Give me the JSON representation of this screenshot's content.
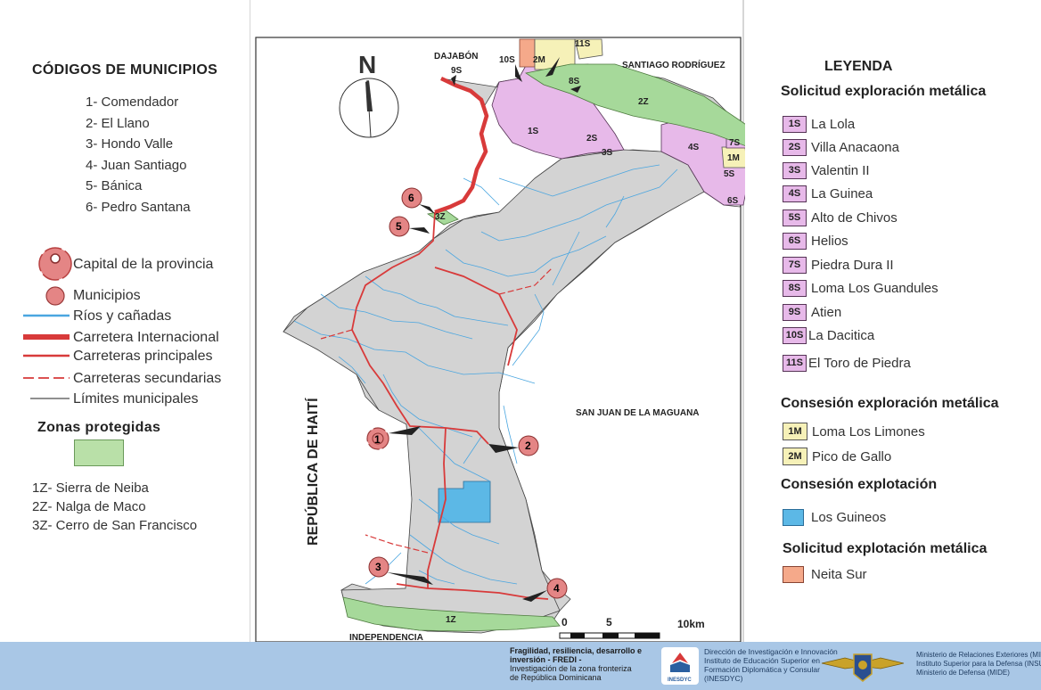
{
  "left_panel": {
    "codes_title": "CÓDIGOS DE MUNICIPIOS",
    "municipios": [
      "1- Comendador",
      "2- El Llano",
      "3- Hondo Valle",
      "4- Juan Santiago",
      "5- Bánica",
      "6- Pedro Santana"
    ],
    "symbols": {
      "capital": "Capital de la provincia",
      "municipios": "Municipios",
      "rios": "Ríos y cañadas",
      "internacional": "Carretera Internacional",
      "principales": "Carreteras principales",
      "secundarias": "Carreteras secundarias",
      "limites": "Límites municipales"
    },
    "zones_title": "Zonas protegidas",
    "zones": [
      "1Z- Sierra de Neiba",
      "2Z- Nalga de Maco",
      "3Z- Cerro de San Francisco"
    ]
  },
  "map": {
    "north": "N",
    "haiti": "REPÚBLICA DE HAITÍ",
    "places": {
      "dajabon": "DAJABÓN",
      "santiago_rodriguez": "SANTIAGO RODRÍGUEZ",
      "san_juan": "SAN JUAN DE LA MAGUANA",
      "independencia": "INDEPENDENCIA"
    },
    "markers": [
      "1",
      "2",
      "3",
      "4",
      "5",
      "6"
    ],
    "zone_labels": {
      "z1": "1Z",
      "z2": "2Z",
      "z3": "3Z"
    },
    "conc_labels": {
      "s1": "1S",
      "s2": "2S",
      "s3": "3S",
      "s4": "4S",
      "s5": "5S",
      "s6": "6S",
      "s7": "7S",
      "s8": "8S",
      "s9": "9S",
      "s10": "10S",
      "s11": "11S",
      "m1": "1M",
      "m2": "2M"
    },
    "scale": {
      "zero": "0",
      "five": "5",
      "ten": "10km"
    }
  },
  "legend": {
    "title": "LEYENDA",
    "solicitud_title": "Solicitud exploración metálica",
    "solicitud": [
      {
        "code": "1S",
        "name": "La Lola"
      },
      {
        "code": "2S",
        "name": "Villa Anacaona"
      },
      {
        "code": "3S",
        "name": "Valentin II"
      },
      {
        "code": "4S",
        "name": "La Guinea"
      },
      {
        "code": "5S",
        "name": "Alto de Chivos"
      },
      {
        "code": "6S",
        "name": "Helios"
      },
      {
        "code": "7S",
        "name": "Piedra Dura II"
      },
      {
        "code": "8S",
        "name": "Loma Los Guandules"
      },
      {
        "code": "9S",
        "name": "Atien"
      },
      {
        "code": "10S",
        "name": "La Dacitica"
      },
      {
        "code": "11S",
        "name": "El Toro de Piedra"
      }
    ],
    "consesion_title": "Consesión exploración metálica",
    "consesion": [
      {
        "code": "1M",
        "name": "Loma Los Limones"
      },
      {
        "code": "2M",
        "name": "Pico de Gallo"
      }
    ],
    "explotacion_title": "Consesión explotación",
    "explotacion": "Los Guineos",
    "sol_explotacion_title": "Solicitud explotación metálica",
    "sol_explotacion": "Neita Sur"
  },
  "footer": {
    "fredi": [
      "Fragilidad, resiliencia, desarrollo e",
      "inversión  - FREDI -",
      "Investigación de la zona fronteriza",
      "de República Dominicana"
    ],
    "inesdyc_logo": "INESDYC",
    "inesdyc": [
      "Dirección de Investigación e Innovación",
      "Instituto de Educación Superior en",
      "Formación Diplomática y Consular",
      "(INESDYC)"
    ],
    "ministerios": [
      "Ministerio de Relaciones Exteriores (MIREX)",
      "Instituto Superior para la Defensa (INSUDE)",
      "Ministerio de Defensa (MIDE)"
    ]
  },
  "colors": {
    "territory": "#d3d3d3",
    "solicitud": "#e7b9e9",
    "protected": "#a6d99a",
    "consesion": "#f6f1b8",
    "explotacion": "#5cb8e6",
    "neita": "#f5a98a",
    "rivers": "#4aa6e0",
    "roads": "#d83a3a",
    "marker": "#e48585"
  }
}
